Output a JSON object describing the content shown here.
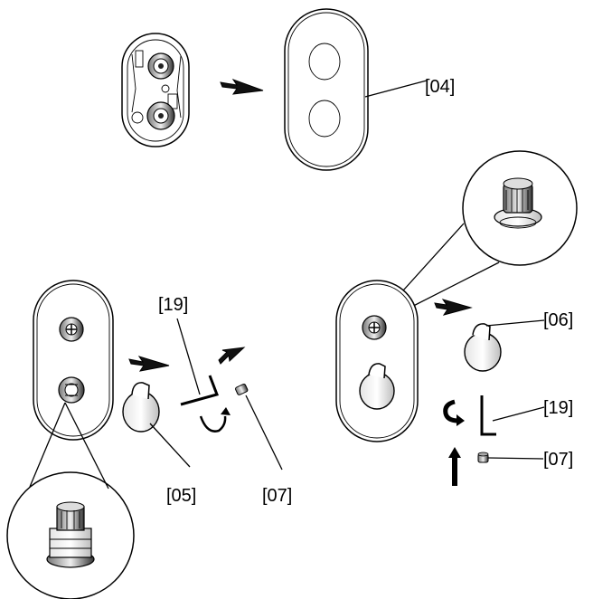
{
  "callouts": {
    "c04": "[04]",
    "c19a": "[19]",
    "c05": "[05]",
    "c07a": "[07]",
    "c06": "[06]",
    "c19b": "[19]",
    "c07b": "[07]"
  },
  "colors": {
    "line": "#000000",
    "background": "#ffffff",
    "shade": "#cfcfcf"
  }
}
